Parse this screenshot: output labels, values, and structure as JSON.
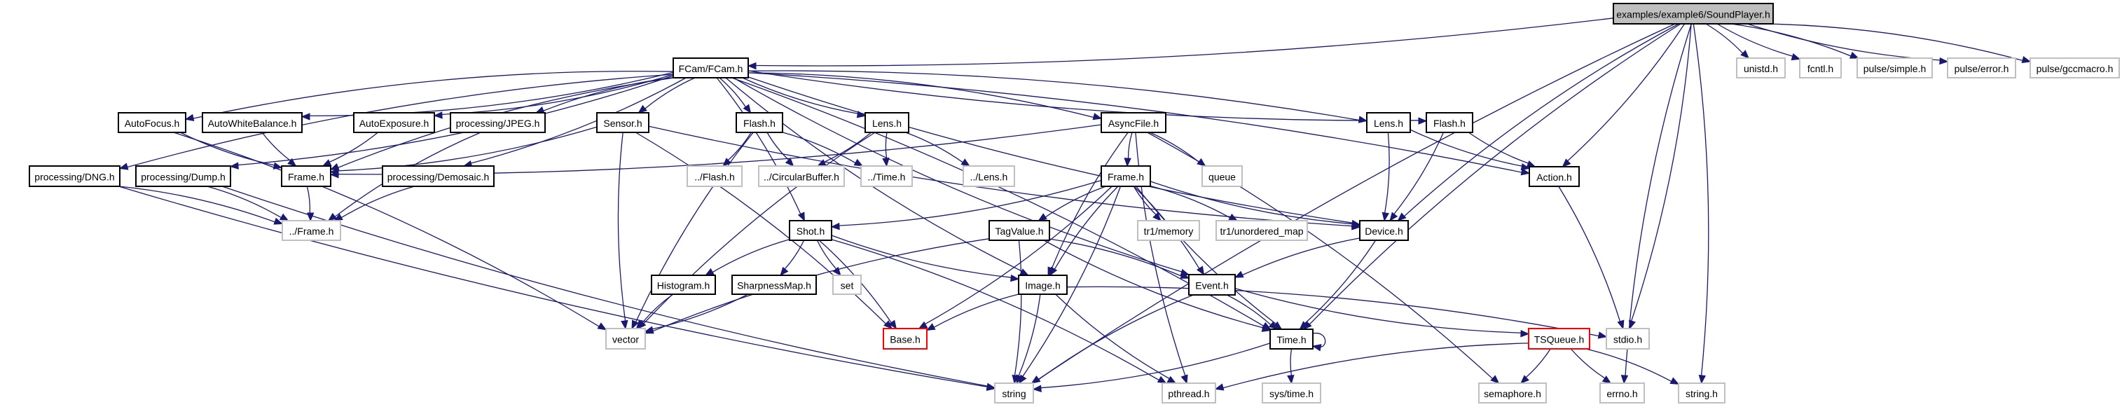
{
  "graph": {
    "title": "examples/example6/SoundPlayer.h",
    "colors": {
      "edge": "#191970",
      "documented_border": "#000000",
      "external_border": "#bfbfbf",
      "undocumented_border": "#ff0000",
      "root_fill": "#bfbfbf"
    },
    "nodes": [
      {
        "id": "root",
        "label": "examples/example6/SoundPlayer.h",
        "kind": "root"
      },
      {
        "id": "fcam",
        "label": "FCam/FCam.h",
        "kind": "documented"
      },
      {
        "id": "unistd",
        "label": "unistd.h",
        "kind": "external"
      },
      {
        "id": "fcntl",
        "label": "fcntl.h",
        "kind": "external"
      },
      {
        "id": "psimple",
        "label": "pulse/simple.h",
        "kind": "external"
      },
      {
        "id": "perror",
        "label": "pulse/error.h",
        "kind": "external"
      },
      {
        "id": "pgcc",
        "label": "pulse/gccmacro.h",
        "kind": "external"
      },
      {
        "id": "autofocus",
        "label": "AutoFocus.h",
        "kind": "documented"
      },
      {
        "id": "awb",
        "label": "AutoWhiteBalance.h",
        "kind": "documented"
      },
      {
        "id": "autoexp",
        "label": "AutoExposure.h",
        "kind": "documented"
      },
      {
        "id": "jpeg",
        "label": "processing/JPEG.h",
        "kind": "documented"
      },
      {
        "id": "sensor",
        "label": "Sensor.h",
        "kind": "documented"
      },
      {
        "id": "flash1",
        "label": "Flash.h",
        "kind": "documented"
      },
      {
        "id": "lens1",
        "label": "Lens.h",
        "kind": "documented"
      },
      {
        "id": "asyncfile",
        "label": "AsyncFile.h",
        "kind": "documented"
      },
      {
        "id": "lens2",
        "label": "Lens.h",
        "kind": "documented"
      },
      {
        "id": "flash2",
        "label": "Flash.h",
        "kind": "documented"
      },
      {
        "id": "dng",
        "label": "processing/DNG.h",
        "kind": "documented"
      },
      {
        "id": "dump",
        "label": "processing/Dump.h",
        "kind": "documented"
      },
      {
        "id": "frameL",
        "label": "Frame.h",
        "kind": "documented"
      },
      {
        "id": "demosaic",
        "label": "processing/Demosaic.h",
        "kind": "documented"
      },
      {
        "id": "rflash",
        "label": "../Flash.h",
        "kind": "external"
      },
      {
        "id": "rcirc",
        "label": "../CircularBuffer.h",
        "kind": "external"
      },
      {
        "id": "rtime",
        "label": "../Time.h",
        "kind": "external"
      },
      {
        "id": "rlens",
        "label": "../Lens.h",
        "kind": "external"
      },
      {
        "id": "frameC",
        "label": "Frame.h",
        "kind": "documented"
      },
      {
        "id": "queue",
        "label": "queue",
        "kind": "external"
      },
      {
        "id": "action",
        "label": "Action.h",
        "kind": "documented"
      },
      {
        "id": "rframe",
        "label": "../Frame.h",
        "kind": "external"
      },
      {
        "id": "shot",
        "label": "Shot.h",
        "kind": "documented"
      },
      {
        "id": "tagvalue",
        "label": "TagValue.h",
        "kind": "documented"
      },
      {
        "id": "tr1mem",
        "label": "tr1/memory",
        "kind": "external"
      },
      {
        "id": "tr1map",
        "label": "tr1/unordered_map",
        "kind": "external"
      },
      {
        "id": "device",
        "label": "Device.h",
        "kind": "documented"
      },
      {
        "id": "histogram",
        "label": "Histogram.h",
        "kind": "documented"
      },
      {
        "id": "sharp",
        "label": "SharpnessMap.h",
        "kind": "documented"
      },
      {
        "id": "set",
        "label": "set",
        "kind": "external"
      },
      {
        "id": "image",
        "label": "Image.h",
        "kind": "documented"
      },
      {
        "id": "event",
        "label": "Event.h",
        "kind": "documented"
      },
      {
        "id": "vector",
        "label": "vector",
        "kind": "external"
      },
      {
        "id": "base",
        "label": "Base.h",
        "kind": "undoc"
      },
      {
        "id": "time",
        "label": "Time.h",
        "kind": "documented"
      },
      {
        "id": "tsqueue",
        "label": "TSQueue.h",
        "kind": "undoc"
      },
      {
        "id": "stdio",
        "label": "stdio.h",
        "kind": "external"
      },
      {
        "id": "string",
        "label": "string",
        "kind": "external"
      },
      {
        "id": "pthread",
        "label": "pthread.h",
        "kind": "external"
      },
      {
        "id": "systime",
        "label": "sys/time.h",
        "kind": "external"
      },
      {
        "id": "semaphore",
        "label": "semaphore.h",
        "kind": "external"
      },
      {
        "id": "errno",
        "label": "errno.h",
        "kind": "external"
      },
      {
        "id": "stringh",
        "label": "string.h",
        "kind": "external"
      }
    ],
    "edges": [
      [
        "root",
        "fcam"
      ],
      [
        "root",
        "string"
      ],
      [
        "root",
        "action"
      ],
      [
        "root",
        "device"
      ],
      [
        "root",
        "stdio"
      ],
      [
        "root",
        "errno"
      ],
      [
        "root",
        "stringh"
      ],
      [
        "root",
        "time"
      ],
      [
        "root",
        "unistd"
      ],
      [
        "root",
        "fcntl"
      ],
      [
        "root",
        "psimple"
      ],
      [
        "root",
        "perror"
      ],
      [
        "root",
        "pgcc"
      ],
      [
        "fcam",
        "dng"
      ],
      [
        "fcam",
        "dump"
      ],
      [
        "fcam",
        "autofocus"
      ],
      [
        "fcam",
        "awb"
      ],
      [
        "fcam",
        "frameL"
      ],
      [
        "fcam",
        "autoexp"
      ],
      [
        "fcam",
        "jpeg"
      ],
      [
        "fcam",
        "demosaic"
      ],
      [
        "fcam",
        "sensor"
      ],
      [
        "fcam",
        "flash1"
      ],
      [
        "fcam",
        "lens1"
      ],
      [
        "fcam",
        "shot"
      ],
      [
        "fcam",
        "image"
      ],
      [
        "fcam",
        "asyncfile"
      ],
      [
        "fcam",
        "event"
      ],
      [
        "fcam",
        "time"
      ],
      [
        "fcam",
        "device"
      ],
      [
        "fcam",
        "lens2"
      ],
      [
        "fcam",
        "flash2"
      ],
      [
        "fcam",
        "action"
      ],
      [
        "autofocus",
        "frameL"
      ],
      [
        "autofocus",
        "vector"
      ],
      [
        "awb",
        "frameL"
      ],
      [
        "autoexp",
        "frameL"
      ],
      [
        "jpeg",
        "rframe"
      ],
      [
        "dng",
        "rframe"
      ],
      [
        "dng",
        "string"
      ],
      [
        "dump",
        "rframe"
      ],
      [
        "dump",
        "string"
      ],
      [
        "frameL",
        "rframe"
      ],
      [
        "demosaic",
        "rframe"
      ],
      [
        "sensor",
        "frameL"
      ],
      [
        "sensor",
        "vector"
      ],
      [
        "sensor",
        "base"
      ],
      [
        "sensor",
        "device"
      ],
      [
        "flash1",
        "rflash"
      ],
      [
        "flash1",
        "rcirc"
      ],
      [
        "flash1",
        "rtime"
      ],
      [
        "flash1",
        "vector"
      ],
      [
        "lens1",
        "rcirc"
      ],
      [
        "lens1",
        "rtime"
      ],
      [
        "lens1",
        "rlens"
      ],
      [
        "lens1",
        "vector"
      ],
      [
        "asyncfile",
        "frameL"
      ],
      [
        "asyncfile",
        "frameC"
      ],
      [
        "asyncfile",
        "queue"
      ],
      [
        "asyncfile",
        "image"
      ],
      [
        "asyncfile",
        "semaphore"
      ],
      [
        "asyncfile",
        "pthread"
      ],
      [
        "frameC",
        "shot"
      ],
      [
        "frameC",
        "tagvalue"
      ],
      [
        "frameC",
        "base"
      ],
      [
        "frameC",
        "image"
      ],
      [
        "frameC",
        "string"
      ],
      [
        "frameC",
        "tr1mem"
      ],
      [
        "frameC",
        "tr1map"
      ],
      [
        "frameC",
        "device"
      ],
      [
        "frameC",
        "event"
      ],
      [
        "frameC",
        "time"
      ],
      [
        "lens2",
        "device"
      ],
      [
        "lens2",
        "action"
      ],
      [
        "flash2",
        "device"
      ],
      [
        "flash2",
        "action"
      ],
      [
        "action",
        "stdio"
      ],
      [
        "device",
        "event"
      ],
      [
        "device",
        "time"
      ],
      [
        "shot",
        "histogram"
      ],
      [
        "shot",
        "sharp"
      ],
      [
        "shot",
        "set"
      ],
      [
        "shot",
        "base"
      ],
      [
        "shot",
        "image"
      ],
      [
        "shot",
        "pthread"
      ],
      [
        "histogram",
        "vector"
      ],
      [
        "sharp",
        "vector"
      ],
      [
        "tagvalue",
        "vector"
      ],
      [
        "tagvalue",
        "string"
      ],
      [
        "tagvalue",
        "time"
      ],
      [
        "tagvalue",
        "event"
      ],
      [
        "image",
        "base"
      ],
      [
        "image",
        "string"
      ],
      [
        "image",
        "pthread"
      ],
      [
        "image",
        "stdio"
      ],
      [
        "event",
        "string"
      ],
      [
        "event",
        "time"
      ],
      [
        "event",
        "tsqueue"
      ],
      [
        "time",
        "string"
      ],
      [
        "time",
        "systime"
      ],
      [
        "time",
        "time"
      ],
      [
        "tsqueue",
        "pthread"
      ],
      [
        "tsqueue",
        "semaphore"
      ],
      [
        "tsqueue",
        "errno"
      ],
      [
        "tsqueue",
        "stringh"
      ]
    ]
  }
}
